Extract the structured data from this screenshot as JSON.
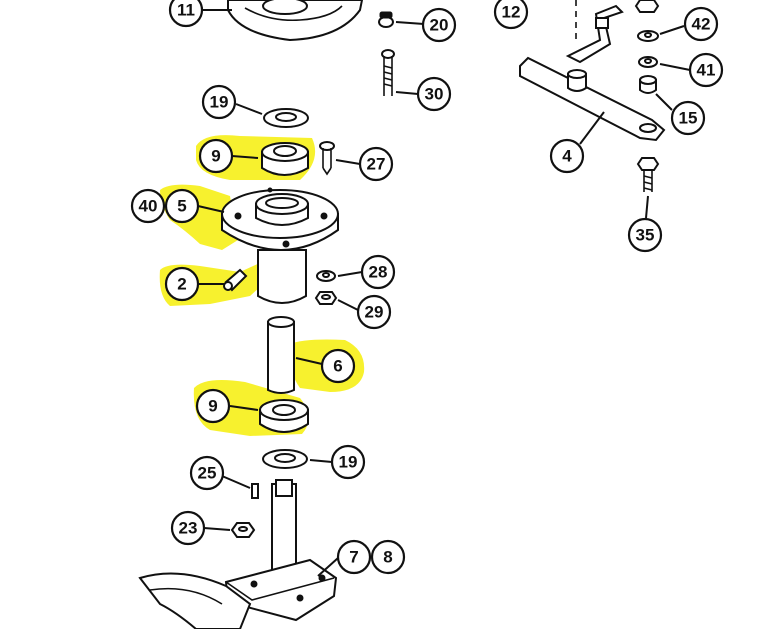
{
  "colors": {
    "highlight": "#f6f01c",
    "ink": "#111111",
    "background": "#ffffff"
  },
  "callouts": {
    "c11": "11",
    "c20": "20",
    "c30": "30",
    "c19_top": "19",
    "c9_top": "9",
    "c27": "27",
    "c40": "40",
    "c5": "5",
    "c2": "2",
    "c28": "28",
    "c29": "29",
    "c6": "6",
    "c9_bottom": "9",
    "c19_bottom": "19",
    "c25": "25",
    "c23": "23",
    "c7": "7",
    "c8": "8",
    "c12": "12",
    "c42": "42",
    "c41": "41",
    "c15": "15",
    "c4": "4",
    "c35": "35"
  }
}
